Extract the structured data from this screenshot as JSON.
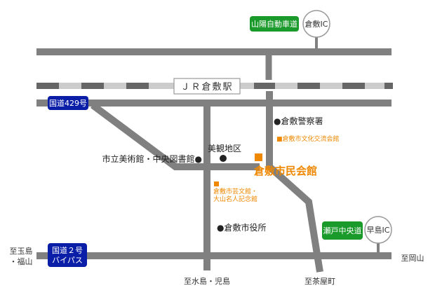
{
  "colors": {
    "road": "#808080",
    "rail_dark": "#666666",
    "rail_light": "#cccccc",
    "national_route": "#0a1ea8",
    "expressway": "#1a9a2a",
    "accent": "#ee8800"
  },
  "station": {
    "label": "ＪＲ倉敷駅"
  },
  "expressways": {
    "sanyo": "山陽自動車道",
    "setochuo": "瀬戸中央道"
  },
  "interchanges": {
    "kurashiki": "倉敷IC",
    "hayashima": "早島IC"
  },
  "routes": {
    "r429": "国道429号",
    "r2_line1": "国道２号",
    "r2_line2": "バイパス"
  },
  "places": {
    "police": "●倉敷警察署",
    "bunka_center": "■倉敷市文化交流会館",
    "bikan": "美観地区",
    "museum_library": "市立美術館・中央図書館●",
    "venue": "倉敷市民会館",
    "geibunkan_line1": "倉敷市芸文館・",
    "geibunkan_line2": "大山名人記念館",
    "city_office": "●倉敷市役所"
  },
  "destinations": {
    "tamashima_line1": "至玉島",
    "tamashima_line2": "・福山",
    "okayama": "至岡山",
    "mizushima": "至水島・児島",
    "chayamachi": "至茶屋町"
  }
}
